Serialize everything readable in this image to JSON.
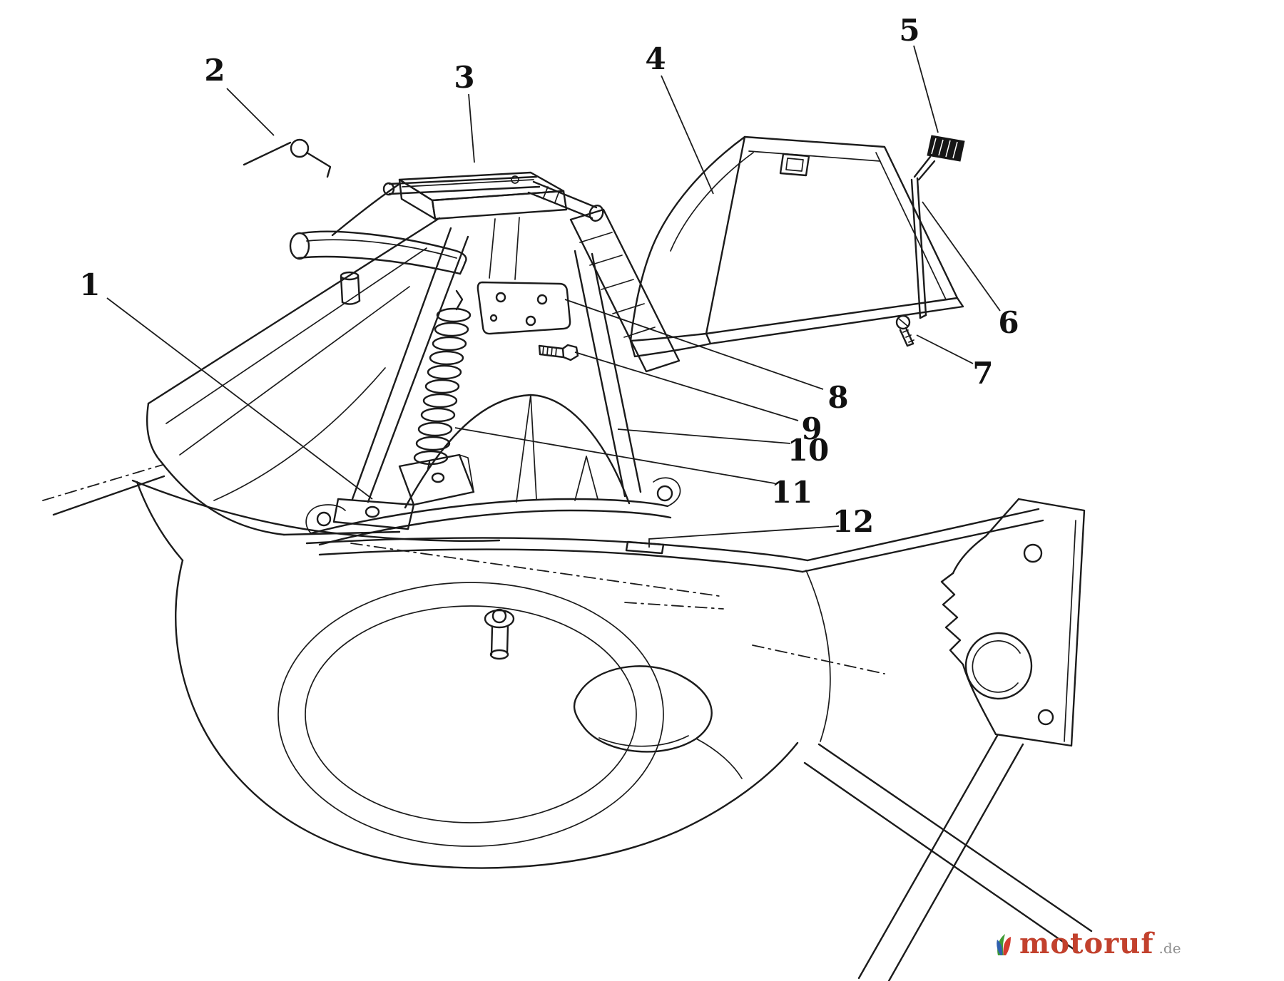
{
  "diagram": {
    "type": "exploded-parts-diagram",
    "callouts": [
      {
        "label": "1"
      },
      {
        "label": "2"
      },
      {
        "label": "3"
      },
      {
        "label": "4"
      },
      {
        "label": "5"
      },
      {
        "label": "6"
      },
      {
        "label": "7"
      },
      {
        "label": "8"
      },
      {
        "label": "9"
      },
      {
        "label": "10"
      },
      {
        "label": "11"
      },
      {
        "label": "12"
      }
    ]
  },
  "watermark": {
    "brand": "motoruf",
    "tld": ".de",
    "brand_color": "#c2412d",
    "tld_color": "#8f8f8f",
    "logo_colors": {
      "green": "#3f9b35",
      "red": "#d23b2f",
      "blue": "#2f5fae"
    }
  },
  "canvas": {
    "background": "#ffffff",
    "line_color": "#1b1b1b"
  }
}
